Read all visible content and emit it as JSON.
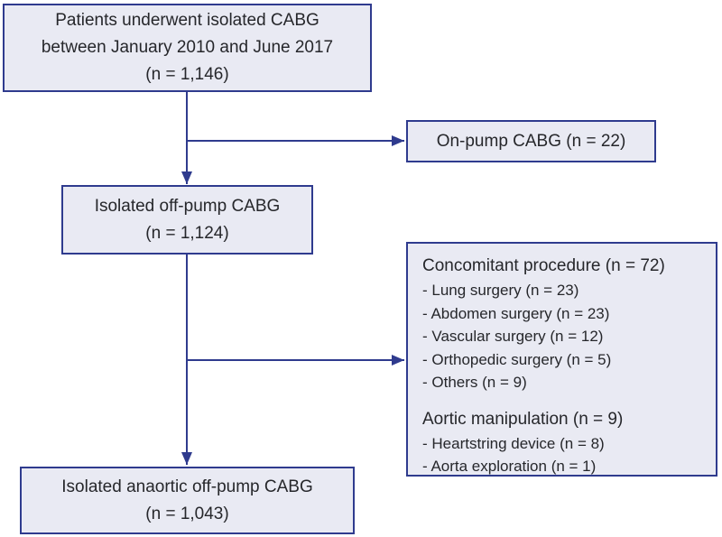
{
  "colors": {
    "box_fill": "#e9eaf3",
    "box_border": "#2f3b8e",
    "arrow": "#2f3b8e",
    "text": "#26272b",
    "background": "#ffffff"
  },
  "flowchart": {
    "top_box": {
      "lines": [
        "Patients underwent isolated CABG",
        "between January 2010 and June 2017",
        "(n = 1,146)"
      ]
    },
    "onpump_box": {
      "label": "On-pump CABG (n = 22)"
    },
    "offpump_box": {
      "lines": [
        "Isolated off-pump CABG",
        "(n = 1,124)"
      ]
    },
    "exclusion_box": {
      "sections": [
        {
          "heading": "Concomitant procedure (n = 72)",
          "items": [
            "- Lung surgery (n = 23)",
            "- Abdomen surgery (n = 23)",
            "- Vascular surgery (n = 12)",
            "- Orthopedic surgery (n = 5)",
            "- Others (n = 9)"
          ]
        },
        {
          "heading": "Aortic manipulation (n = 9)",
          "items": [
            "- Heartstring device (n = 8)",
            "- Aorta exploration (n = 1)"
          ]
        }
      ]
    },
    "final_box": {
      "lines": [
        "Isolated anaortic off-pump CABG",
        "(n = 1,043)"
      ]
    }
  }
}
